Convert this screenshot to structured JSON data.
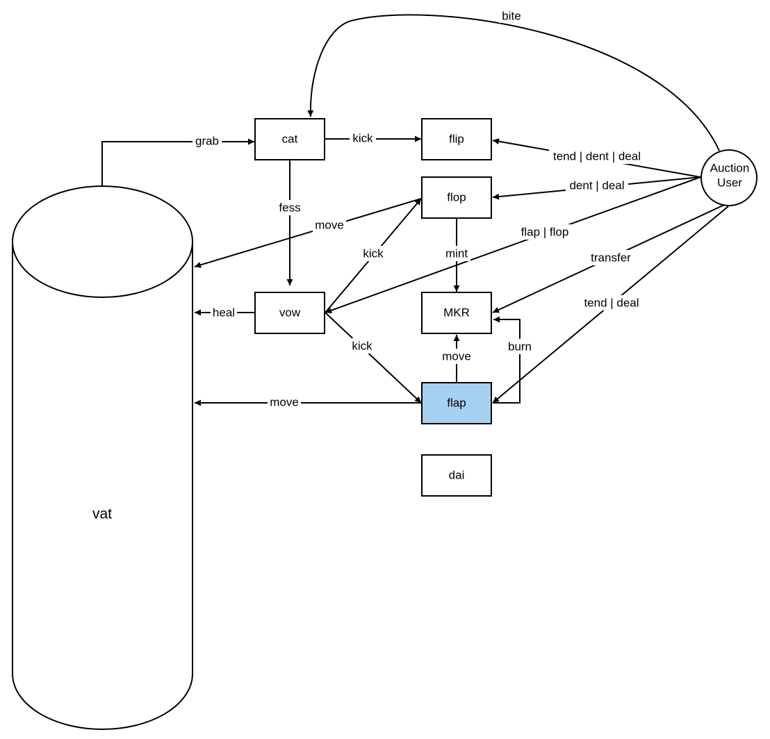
{
  "nodes": {
    "vat": "vat",
    "cat": "cat",
    "flip": "flip",
    "flop": "flop",
    "vow": "vow",
    "mkr": "MKR",
    "flap": "flap",
    "dai": "dai",
    "auction_user": {
      "line1": "Auction",
      "line2": "User"
    }
  },
  "edges": {
    "bite": "bite",
    "grab": "grab",
    "kick_cat_flip": "kick",
    "fess": "fess",
    "tend_dent_deal": "tend | dent | deal",
    "dent_deal": "dent | deal",
    "move_flop_vat": "move",
    "kick_vow_flop": "kick",
    "mint": "mint",
    "flap_flop": "flap | flop",
    "transfer": "transfer",
    "heal": "heal",
    "tend_deal": "tend | deal",
    "kick_vow_flap": "kick",
    "move_flap_mkr": "move",
    "burn": "burn",
    "move_flap_vat": "move"
  },
  "colors": {
    "highlight_fill": "#a6d0ef",
    "stroke": "#000000"
  }
}
